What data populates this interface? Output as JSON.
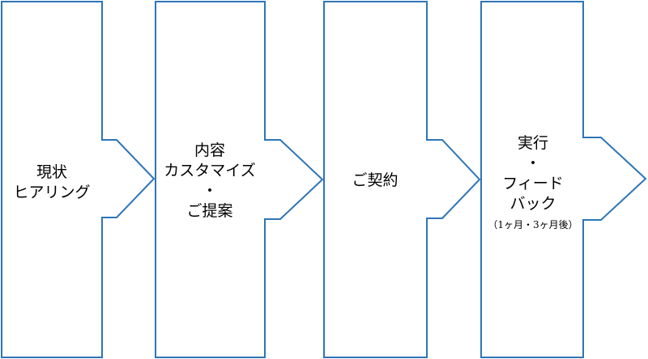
{
  "diagram": {
    "stroke_color": "#2e75b6",
    "fill_color": "#ffffff",
    "text_color": "#000000",
    "steps": [
      {
        "lines": [
          "現状",
          "ヒアリング"
        ],
        "note": ""
      },
      {
        "lines": [
          "内容",
          "カスタマイズ",
          "・",
          "ご提案"
        ],
        "note": ""
      },
      {
        "lines": [
          "ご契約"
        ],
        "note": ""
      },
      {
        "lines": [
          "実行",
          "・",
          "フィード",
          "バック"
        ],
        "note": "（1ヶ月・3ヶ月後）"
      }
    ]
  }
}
